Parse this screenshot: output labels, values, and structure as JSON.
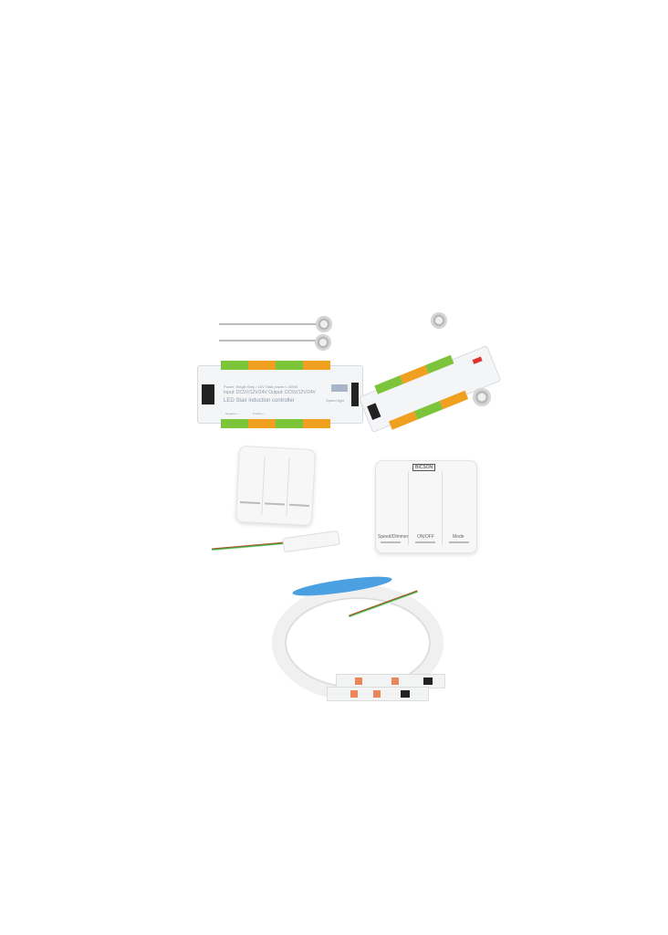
{
  "controller": {
    "power_line": "Power: Single Step • 15V Total power ≤ 400W",
    "io_line": "Input: DC5V/12V/24V Output: DC5V/12V/24V",
    "title": "LED Stair induction controller",
    "speed_label": "Speed light",
    "negative": "Negative —",
    "positive": "Positive +"
  },
  "switch_panel_right": {
    "brand": "BICSON",
    "keys": [
      "Speed/Dimmer",
      "ON/OFF",
      "Mode"
    ]
  },
  "colors": {
    "terminal_green": "#7cc43a",
    "terminal_orange": "#f0a020",
    "strip_blue": "#4aa0e0"
  }
}
